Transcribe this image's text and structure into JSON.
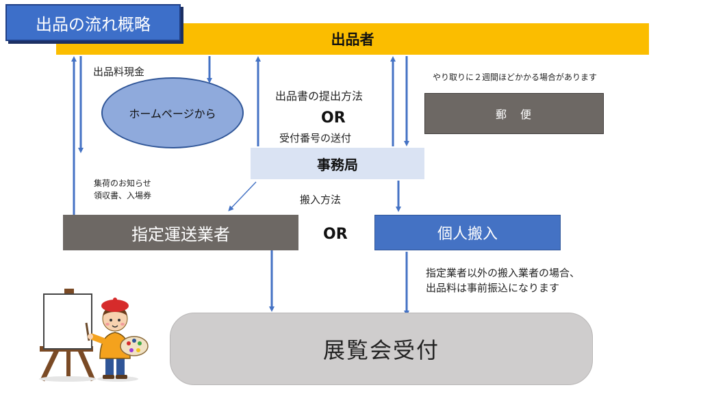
{
  "title": "出品の流れ概略",
  "seller": "出品者",
  "payment_label": "出品料現金",
  "homepage": "ホームページから",
  "submission_method": "出品書の提出方法",
  "or_label": "OR",
  "send_number": "受付番号の送付",
  "two_weeks_note": "やり取りに２週間ほどかかる場合があります",
  "post": "郵　便",
  "office": "事務局",
  "notice_lines": [
    "集荷のお知らせ",
    "領収書、入場券"
  ],
  "delivery_method": "搬入方法",
  "carrier": "指定運送業者",
  "personal": "個人搬入",
  "other_carrier_note": [
    "指定業者以外の搬入業者の場合、",
    "出品料は事前振込になります"
  ],
  "reception": "展覧会受付",
  "colors": {
    "seller_bar": "#fbbd00",
    "title_box": "#3d6fc9",
    "office": "#dae3f3",
    "gray_box": "#6d6864",
    "personal": "#4472c4",
    "arrow": "#4472c4",
    "reception": "#cfcdcd"
  },
  "icons": [
    "artist-with-easel-illustration"
  ]
}
